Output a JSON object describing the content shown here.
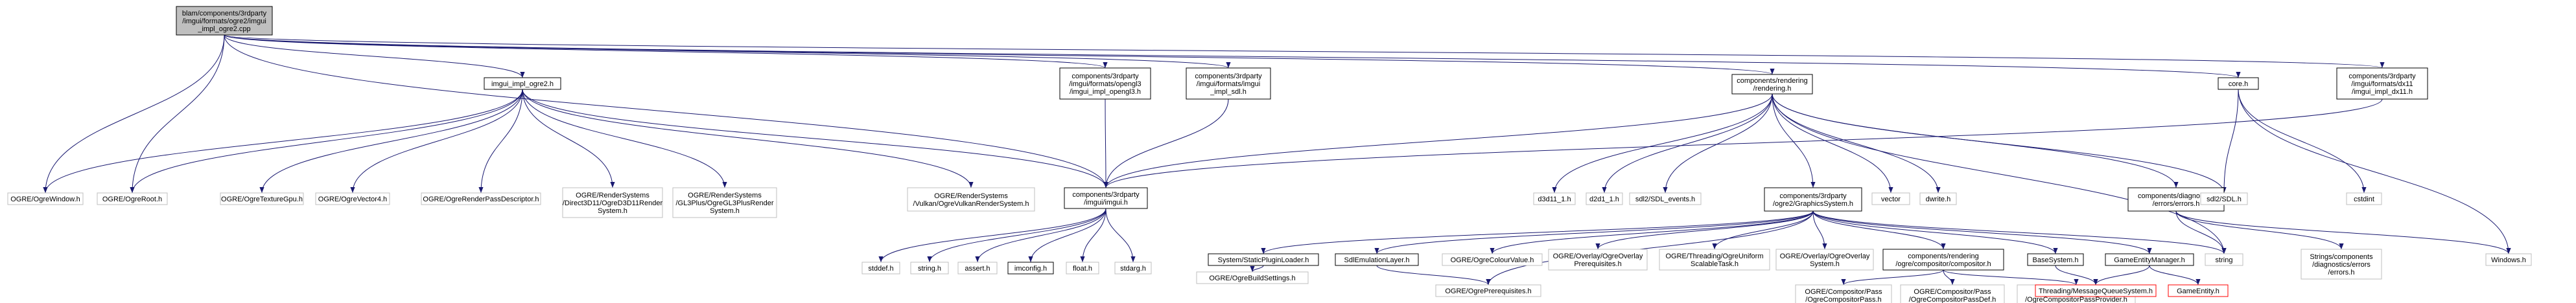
{
  "graph": {
    "nodes": [
      {
        "id": "root",
        "lines": [
          "blam/components/3rdparty",
          "/imgui/formats/ogre2/imgui",
          "_impl_ogre2.cpp"
        ],
        "kind": "root"
      },
      {
        "id": "imgui_impl_ogre2_h",
        "lines": [
          "imgui_impl_ogre2.h"
        ],
        "kind": "documented"
      },
      {
        "id": "opengl3_h",
        "lines": [
          "components/3rdparty",
          "/imgui/formats/opengl3",
          "/imgui_impl_opengl3.h"
        ],
        "kind": "documented"
      },
      {
        "id": "sdl_h",
        "lines": [
          "components/3rdparty",
          "/imgui/formats/imgui",
          "_impl_sdl.h"
        ],
        "kind": "documented"
      },
      {
        "id": "rendering_h",
        "lines": [
          "components/rendering",
          "/rendering.h"
        ],
        "kind": "documented"
      },
      {
        "id": "core_h",
        "lines": [
          "core.h"
        ],
        "kind": "documented"
      },
      {
        "id": "dx11_h",
        "lines": [
          "components/3rdparty",
          "/imgui/formats/dx11",
          "/imgui_impl_dx11.h"
        ],
        "kind": "documented"
      },
      {
        "id": "OgreWindow",
        "lines": [
          "OGRE/OgreWindow.h"
        ],
        "kind": "external"
      },
      {
        "id": "OgreRoot",
        "lines": [
          "OGRE/OgreRoot.h"
        ],
        "kind": "external"
      },
      {
        "id": "OgreTextureGpu",
        "lines": [
          "OGRE/OgreTextureGpu.h"
        ],
        "kind": "external"
      },
      {
        "id": "OgreVector4",
        "lines": [
          "OGRE/OgreVector4.h"
        ],
        "kind": "external"
      },
      {
        "id": "OgreRenderPassDescriptor",
        "lines": [
          "OGRE/OgreRenderPassDescriptor.h"
        ],
        "kind": "external"
      },
      {
        "id": "D3D11Render",
        "lines": [
          "OGRE/RenderSystems",
          "/Direct3D11/OgreD3D11Render",
          "System.h"
        ],
        "kind": "external"
      },
      {
        "id": "GL3PlusRender",
        "lines": [
          "OGRE/RenderSystems",
          "/GL3Plus/OgreGL3PlusRender",
          "System.h"
        ],
        "kind": "external"
      },
      {
        "id": "VulkanRender",
        "lines": [
          "OGRE/RenderSystems",
          "/Vulkan/OgreVulkanRenderSystem.h"
        ],
        "kind": "external"
      },
      {
        "id": "imgui_h",
        "lines": [
          "components/3rdparty",
          "/imgui/imgui.h"
        ],
        "kind": "documented"
      },
      {
        "id": "d3d11",
        "lines": [
          "d3d11_1.h"
        ],
        "kind": "external"
      },
      {
        "id": "d2d1",
        "lines": [
          "d2d1_1.h"
        ],
        "kind": "external"
      },
      {
        "id": "sdl_events",
        "lines": [
          "sdl2/SDL_events.h"
        ],
        "kind": "external"
      },
      {
        "id": "graphicssystem_h",
        "lines": [
          "components/3rdparty",
          "/ogre2/GraphicsSystem.h"
        ],
        "kind": "documented"
      },
      {
        "id": "vector",
        "lines": [
          "vector"
        ],
        "kind": "external"
      },
      {
        "id": "dwrite",
        "lines": [
          "dwrite.h"
        ],
        "kind": "external"
      },
      {
        "id": "errors_h",
        "lines": [
          "components/diagnostics",
          "/errors/errors.h"
        ],
        "kind": "documented"
      },
      {
        "id": "sdl2",
        "lines": [
          "sdl2/SDL.h"
        ],
        "kind": "external"
      },
      {
        "id": "cstdint",
        "lines": [
          "cstdint"
        ],
        "kind": "external"
      },
      {
        "id": "stddef",
        "lines": [
          "stddef.h"
        ],
        "kind": "external"
      },
      {
        "id": "string_h",
        "lines": [
          "string.h"
        ],
        "kind": "external"
      },
      {
        "id": "assert",
        "lines": [
          "assert.h"
        ],
        "kind": "external"
      },
      {
        "id": "imconfig",
        "lines": [
          "imconfig.h"
        ],
        "kind": "documented"
      },
      {
        "id": "float",
        "lines": [
          "float.h"
        ],
        "kind": "external"
      },
      {
        "id": "stdarg",
        "lines": [
          "stdarg.h"
        ],
        "kind": "external"
      },
      {
        "id": "StaticPluginLoader",
        "lines": [
          "System/StaticPluginLoader.h"
        ],
        "kind": "documented"
      },
      {
        "id": "SdlEmulationLayer",
        "lines": [
          "SdlEmulationLayer.h"
        ],
        "kind": "documented"
      },
      {
        "id": "OgreColourValue",
        "lines": [
          "OGRE/OgreColourValue.h"
        ],
        "kind": "external"
      },
      {
        "id": "OverlayPrereq",
        "lines": [
          "OGRE/Overlay/OgreOverlay",
          "Prerequisites.h"
        ],
        "kind": "external"
      },
      {
        "id": "UniformScalable",
        "lines": [
          "OGRE/Threading/OgreUniform",
          "ScalableTask.h"
        ],
        "kind": "external"
      },
      {
        "id": "OverlaySystem",
        "lines": [
          "OGRE/Overlay/OgreOverlay",
          "System.h"
        ],
        "kind": "external"
      },
      {
        "id": "compositor_h",
        "lines": [
          "components/rendering",
          "/ogre/compositor/compositor.h"
        ],
        "kind": "documented"
      },
      {
        "id": "BaseSystem",
        "lines": [
          "BaseSystem.h"
        ],
        "kind": "documented"
      },
      {
        "id": "GameEntityManager",
        "lines": [
          "GameEntityManager.h"
        ],
        "kind": "documented"
      },
      {
        "id": "string",
        "lines": [
          "string"
        ],
        "kind": "external"
      },
      {
        "id": "StringsErrors",
        "lines": [
          "Strings/components",
          "/diagnostics/errors",
          "/errors.h"
        ],
        "kind": "external"
      },
      {
        "id": "Windows",
        "lines": [
          "Windows.h"
        ],
        "kind": "external"
      },
      {
        "id": "OgreBuildSettings",
        "lines": [
          "OGRE/OgreBuildSettings.h"
        ],
        "kind": "external"
      },
      {
        "id": "OgrePrerequisites",
        "lines": [
          "OGRE/OgrePrerequisites.h"
        ],
        "kind": "external"
      },
      {
        "id": "CompPass",
        "lines": [
          "OGRE/Compositor/Pass",
          "/OgreCompositorPass.h"
        ],
        "kind": "external"
      },
      {
        "id": "CompPassDef",
        "lines": [
          "OGRE/Compositor/Pass",
          "/OgreCompositorPassDef.h"
        ],
        "kind": "external"
      },
      {
        "id": "CompPassProvider",
        "lines": [
          "OGRE/Compositor/Pass",
          "/OgreCompositorPassProvider.h"
        ],
        "kind": "external"
      },
      {
        "id": "MessageQueue",
        "lines": [
          "Threading/MessageQueueSystem.h"
        ],
        "kind": "missing"
      },
      {
        "id": "GameEntity",
        "lines": [
          "GameEntity.h"
        ],
        "kind": "missing"
      }
    ]
  },
  "colors": {
    "root_fill": "#bfbfbf",
    "documented_border": "#000000",
    "external_border": "#bfbfbf",
    "missing_border": "#ff0000",
    "edge": "#191970",
    "text": "#000000"
  }
}
